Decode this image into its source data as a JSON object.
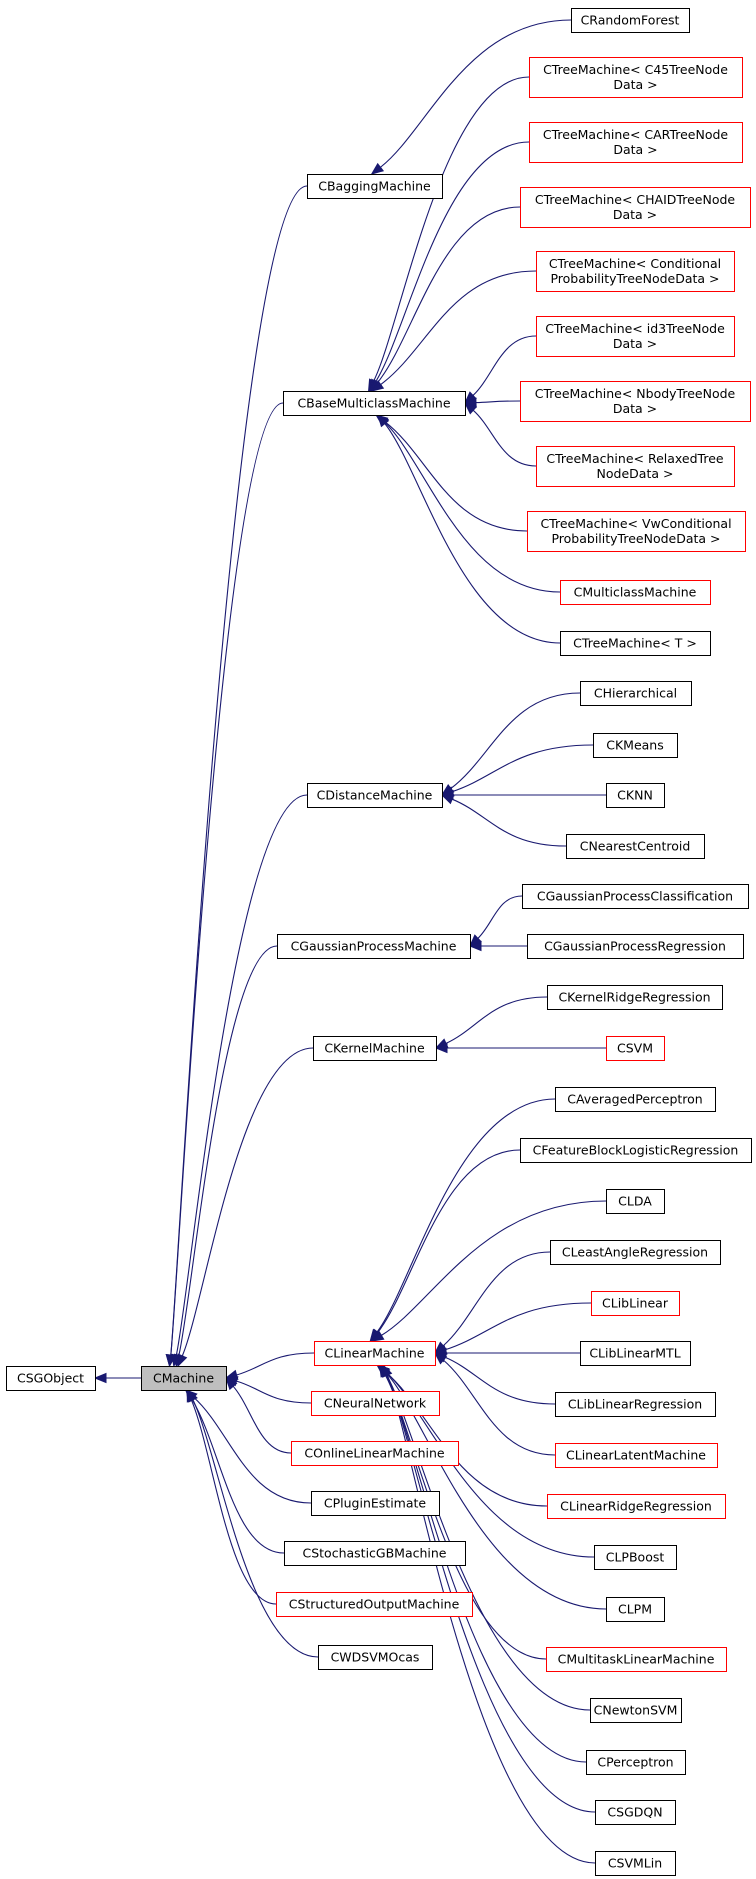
{
  "colors": {
    "edge": "#191970",
    "border_black": "#000000",
    "border_red": "#ff0000",
    "highlight_fill": "#bfbfbf",
    "node_fill": "#ffffff"
  },
  "nodes": {
    "csgobject": {
      "label": [
        "CSGObject"
      ],
      "style": "black"
    },
    "cmachine": {
      "label": [
        "CMachine"
      ],
      "style": "highlight"
    },
    "crandomforest": {
      "label": [
        "CRandomForest"
      ],
      "style": "black"
    },
    "cbaggingmachine": {
      "label": [
        "CBaggingMachine"
      ],
      "style": "black"
    },
    "tm_c45": {
      "label": [
        "CTreeMachine< C45TreeNode",
        "Data >"
      ],
      "style": "red"
    },
    "tm_cart": {
      "label": [
        "CTreeMachine< CARTreeNode",
        "Data >"
      ],
      "style": "red"
    },
    "tm_chaid": {
      "label": [
        "CTreeMachine< CHAIDTreeNode",
        "Data >"
      ],
      "style": "red"
    },
    "tm_conditional": {
      "label": [
        "CTreeMachine< Conditional",
        "ProbabilityTreeNodeData >"
      ],
      "style": "red"
    },
    "tm_id3": {
      "label": [
        "CTreeMachine< id3TreeNode",
        "Data >"
      ],
      "style": "red"
    },
    "tm_nbody": {
      "label": [
        "CTreeMachine< NbodyTreeNode",
        "Data >"
      ],
      "style": "red"
    },
    "tm_relaxed": {
      "label": [
        "CTreeMachine< RelaxedTree",
        "NodeData >"
      ],
      "style": "red"
    },
    "tm_vwconditional": {
      "label": [
        "CTreeMachine< VwConditional",
        "ProbabilityTreeNodeData >"
      ],
      "style": "red"
    },
    "cbasemulticlassmachine": {
      "label": [
        "CBaseMulticlassMachine"
      ],
      "style": "black"
    },
    "cmulticlassmachine": {
      "label": [
        "CMulticlassMachine"
      ],
      "style": "red"
    },
    "ctreemachine_t": {
      "label": [
        "CTreeMachine< T >"
      ],
      "style": "black"
    },
    "chierarchical": {
      "label": [
        "CHierarchical"
      ],
      "style": "black"
    },
    "ckmeans": {
      "label": [
        "CKMeans"
      ],
      "style": "black"
    },
    "cdistancemachine": {
      "label": [
        "CDistanceMachine"
      ],
      "style": "black"
    },
    "cknn": {
      "label": [
        "CKNN"
      ],
      "style": "black"
    },
    "cnearestcentroid": {
      "label": [
        "CNearestCentroid"
      ],
      "style": "black"
    },
    "cgpclassification": {
      "label": [
        "CGaussianProcessClassification"
      ],
      "style": "black"
    },
    "cgaussianprocessmachine": {
      "label": [
        "CGaussianProcessMachine"
      ],
      "style": "black"
    },
    "cgpregression": {
      "label": [
        "CGaussianProcessRegression"
      ],
      "style": "black"
    },
    "ckernelridgeregression": {
      "label": [
        "CKernelRidgeRegression"
      ],
      "style": "black"
    },
    "ckernelmachine": {
      "label": [
        "CKernelMachine"
      ],
      "style": "black"
    },
    "csvm": {
      "label": [
        "CSVM"
      ],
      "style": "red"
    },
    "caveragedperceptron": {
      "label": [
        "CAveragedPerceptron"
      ],
      "style": "black"
    },
    "cfeatureblocklr": {
      "label": [
        "CFeatureBlockLogisticRegression"
      ],
      "style": "black"
    },
    "clda": {
      "label": [
        "CLDA"
      ],
      "style": "black"
    },
    "cleastangleregression": {
      "label": [
        "CLeastAngleRegression"
      ],
      "style": "black"
    },
    "cliblinear": {
      "label": [
        "CLibLinear"
      ],
      "style": "red"
    },
    "clinearmachine": {
      "label": [
        "CLinearMachine"
      ],
      "style": "red"
    },
    "cliblinearmtl": {
      "label": [
        "CLibLinearMTL"
      ],
      "style": "black"
    },
    "cneuralnetwork": {
      "label": [
        "CNeuralNetwork"
      ],
      "style": "red"
    },
    "cliblinearregression": {
      "label": [
        "CLibLinearRegression"
      ],
      "style": "black"
    },
    "conlinelinearmachine": {
      "label": [
        "COnlineLinearMachine"
      ],
      "style": "red"
    },
    "clinearlatentmachine": {
      "label": [
        "CLinearLatentMachine"
      ],
      "style": "red"
    },
    "cpluginestimate": {
      "label": [
        "CPluginEstimate"
      ],
      "style": "black"
    },
    "clinearridgeregression": {
      "label": [
        "CLinearRidgeRegression"
      ],
      "style": "red"
    },
    "cstochasticgbmachine": {
      "label": [
        "CStochasticGBMachine"
      ],
      "style": "black"
    },
    "clpboost": {
      "label": [
        "CLPBoost"
      ],
      "style": "black"
    },
    "cstructuredoutputmachine": {
      "label": [
        "CStructuredOutputMachine"
      ],
      "style": "red"
    },
    "clpm": {
      "label": [
        "CLPM"
      ],
      "style": "black"
    },
    "cwdsvmocas": {
      "label": [
        "CWDSVMOcas"
      ],
      "style": "black"
    },
    "cmultitasklinearmachine": {
      "label": [
        "CMultitaskLinearMachine"
      ],
      "style": "red"
    },
    "cnewtonsvm": {
      "label": [
        "CNewtonSVM"
      ],
      "style": "black"
    },
    "cperceptron": {
      "label": [
        "CPerceptron"
      ],
      "style": "black"
    },
    "csgdqn": {
      "label": [
        "CSGDQN"
      ],
      "style": "black"
    },
    "csvmlin": {
      "label": [
        "CSVMLin"
      ],
      "style": "black"
    }
  },
  "edges": [
    {
      "from": "cmachine",
      "to": "csgobject"
    },
    {
      "from": "cbaggingmachine",
      "to": "cmachine"
    },
    {
      "from": "cbasemulticlassmachine",
      "to": "cmachine"
    },
    {
      "from": "cdistancemachine",
      "to": "cmachine"
    },
    {
      "from": "cgaussianprocessmachine",
      "to": "cmachine"
    },
    {
      "from": "ckernelmachine",
      "to": "cmachine"
    },
    {
      "from": "clinearmachine",
      "to": "cmachine"
    },
    {
      "from": "cneuralnetwork",
      "to": "cmachine"
    },
    {
      "from": "conlinelinearmachine",
      "to": "cmachine"
    },
    {
      "from": "cpluginestimate",
      "to": "cmachine"
    },
    {
      "from": "cstochasticgbmachine",
      "to": "cmachine"
    },
    {
      "from": "cstructuredoutputmachine",
      "to": "cmachine"
    },
    {
      "from": "cwdsvmocas",
      "to": "cmachine"
    },
    {
      "from": "crandomforest",
      "to": "cbaggingmachine"
    },
    {
      "from": "tm_c45",
      "to": "cbasemulticlassmachine"
    },
    {
      "from": "tm_cart",
      "to": "cbasemulticlassmachine"
    },
    {
      "from": "tm_chaid",
      "to": "cbasemulticlassmachine"
    },
    {
      "from": "tm_conditional",
      "to": "cbasemulticlassmachine"
    },
    {
      "from": "tm_id3",
      "to": "cbasemulticlassmachine"
    },
    {
      "from": "tm_nbody",
      "to": "cbasemulticlassmachine"
    },
    {
      "from": "tm_relaxed",
      "to": "cbasemulticlassmachine"
    },
    {
      "from": "tm_vwconditional",
      "to": "cbasemulticlassmachine"
    },
    {
      "from": "cmulticlassmachine",
      "to": "cbasemulticlassmachine"
    },
    {
      "from": "ctreemachine_t",
      "to": "cbasemulticlassmachine"
    },
    {
      "from": "chierarchical",
      "to": "cdistancemachine"
    },
    {
      "from": "ckmeans",
      "to": "cdistancemachine"
    },
    {
      "from": "cknn",
      "to": "cdistancemachine"
    },
    {
      "from": "cnearestcentroid",
      "to": "cdistancemachine"
    },
    {
      "from": "cgpclassification",
      "to": "cgaussianprocessmachine"
    },
    {
      "from": "cgpregression",
      "to": "cgaussianprocessmachine"
    },
    {
      "from": "ckernelridgeregression",
      "to": "ckernelmachine"
    },
    {
      "from": "csvm",
      "to": "ckernelmachine"
    },
    {
      "from": "caveragedperceptron",
      "to": "clinearmachine"
    },
    {
      "from": "cfeatureblocklr",
      "to": "clinearmachine"
    },
    {
      "from": "clda",
      "to": "clinearmachine"
    },
    {
      "from": "cleastangleregression",
      "to": "clinearmachine"
    },
    {
      "from": "cliblinear",
      "to": "clinearmachine"
    },
    {
      "from": "cliblinearmtl",
      "to": "clinearmachine"
    },
    {
      "from": "cliblinearregression",
      "to": "clinearmachine"
    },
    {
      "from": "clinearlatentmachine",
      "to": "clinearmachine"
    },
    {
      "from": "clinearridgeregression",
      "to": "clinearmachine"
    },
    {
      "from": "clpboost",
      "to": "clinearmachine"
    },
    {
      "from": "clpm",
      "to": "clinearmachine"
    },
    {
      "from": "cmultitasklinearmachine",
      "to": "clinearmachine"
    },
    {
      "from": "cnewtonsvm",
      "to": "clinearmachine"
    },
    {
      "from": "cperceptron",
      "to": "clinearmachine"
    },
    {
      "from": "csgdqn",
      "to": "clinearmachine"
    },
    {
      "from": "csvmlin",
      "to": "clinearmachine"
    }
  ]
}
